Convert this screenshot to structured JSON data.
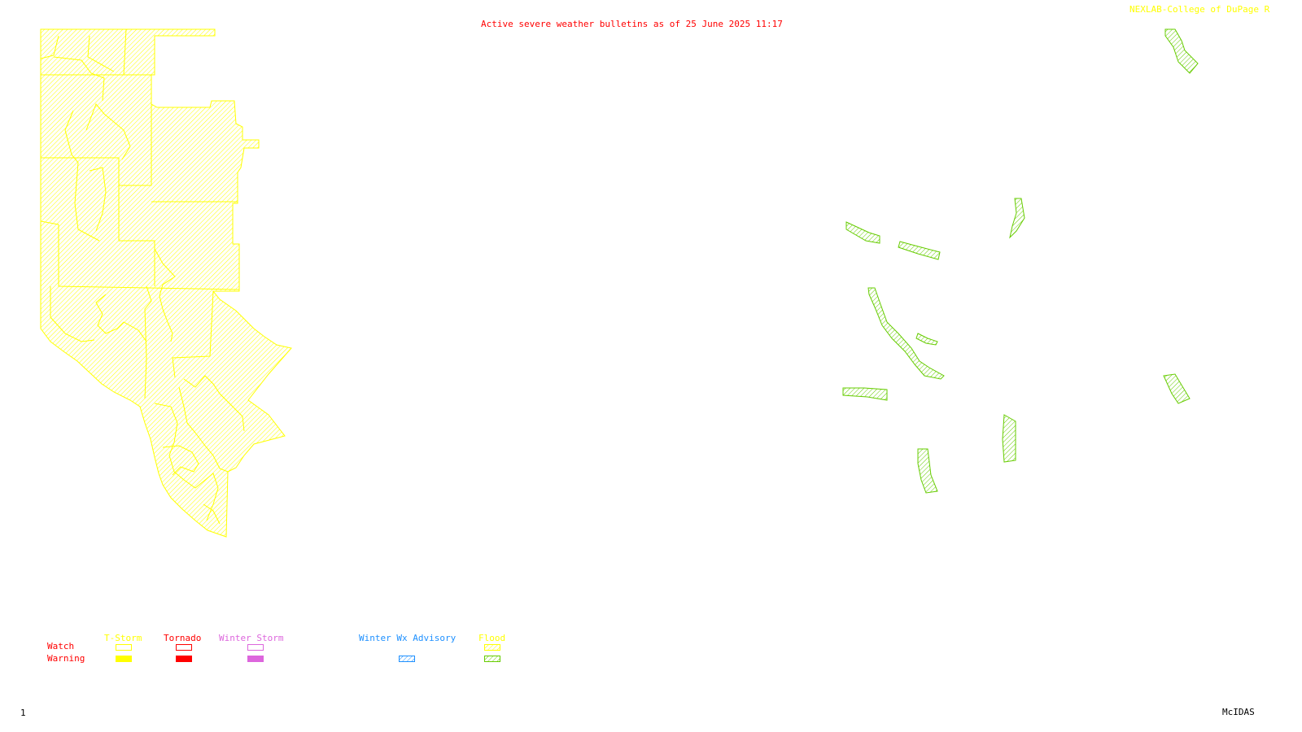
{
  "header": {
    "title": "Active severe weather bulletins as of 25 June 2025 11:17",
    "credit": "NEXLAB-College of DuPage R"
  },
  "footer": {
    "frame_number": "1",
    "software": "McIDAS"
  },
  "legend": {
    "row_labels": {
      "watch": "Watch",
      "warning": "Warning"
    },
    "categories": [
      {
        "key": "tstorm",
        "label": "T-Storm",
        "color": "#ffff00"
      },
      {
        "key": "tornado",
        "label": "Tornado",
        "color": "#ff0000"
      },
      {
        "key": "winter_storm",
        "label": "Winter Storm",
        "color": "#dd66dd"
      },
      {
        "key": "winter_wx_advisory",
        "label": "Winter Wx Advisory",
        "color": "#1e90ff"
      },
      {
        "key": "flood",
        "label": "Flood",
        "color": "#66cc00"
      }
    ]
  },
  "colors": {
    "title": "#ff0000",
    "credit": "#ffff00",
    "tstorm_warning": "#ffff00",
    "flood_warning": "#66cc00",
    "background": "#ffffff"
  }
}
